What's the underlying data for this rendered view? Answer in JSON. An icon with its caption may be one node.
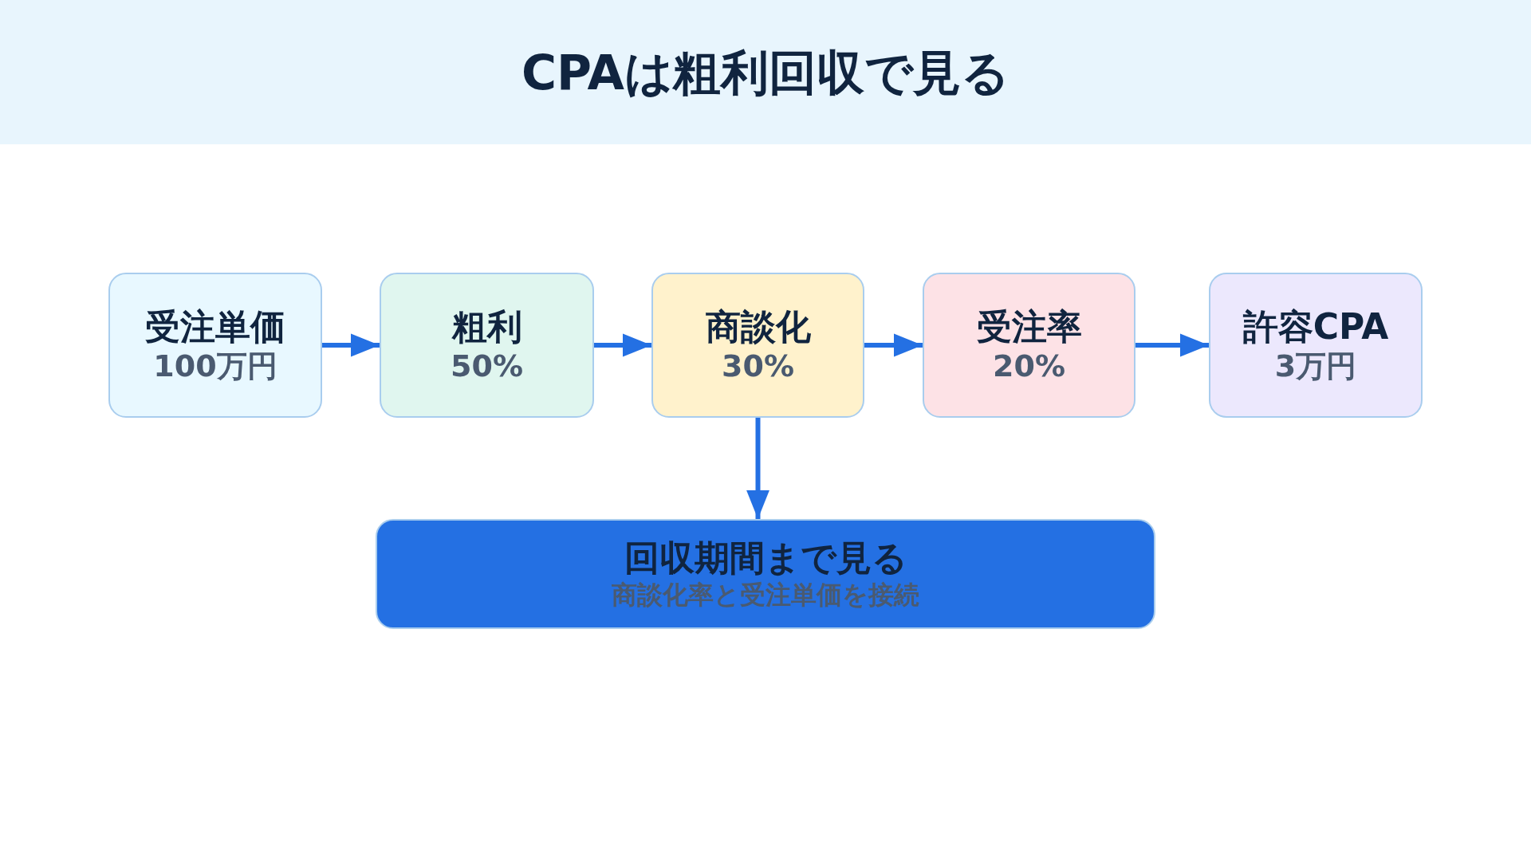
{
  "diagram": {
    "title": "CPAは粗利回収で見る",
    "nodes": [
      {
        "text": [
          "受注単価",
          "100万円"
        ]
      },
      {
        "text": [
          "粗利",
          "50%"
        ]
      },
      {
        "text": [
          "商談化",
          "30%"
        ]
      },
      {
        "text": [
          "受注率",
          "20%"
        ]
      },
      {
        "text": [
          "許容CPA",
          "3万円"
        ]
      },
      {
        "text": [
          "回収期間まで見る",
          "商談化率と受注単価を接続"
        ]
      }
    ],
    "edges": [
      {
        "from": 0,
        "to": 1,
        "arrow": "to"
      },
      {
        "from": 1,
        "to": 2,
        "arrow": "to"
      },
      {
        "from": 2,
        "to": 3,
        "arrow": "to"
      },
      {
        "from": 3,
        "to": 4,
        "arrow": "to"
      },
      {
        "from": 2,
        "to": 5,
        "arrow": "to"
      }
    ]
  }
}
